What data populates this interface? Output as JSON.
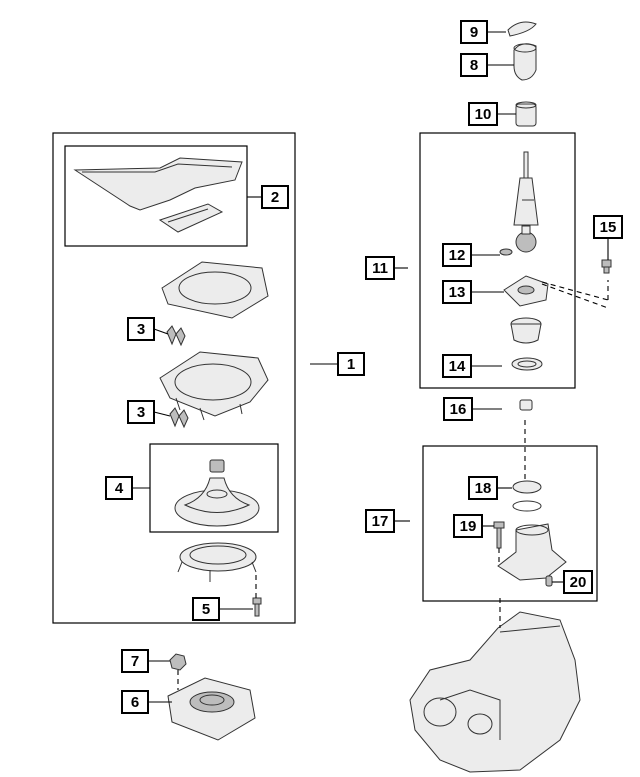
{
  "callouts": {
    "c1": "1",
    "c2": "2",
    "c3a": "3",
    "c3b": "3",
    "c4": "4",
    "c5": "5",
    "c6": "6",
    "c7": "7",
    "c8": "8",
    "c9": "9",
    "c10": "10",
    "c11": "11",
    "c12": "12",
    "c13": "13",
    "c14": "14",
    "c15": "15",
    "c16": "16",
    "c17": "17",
    "c18": "18",
    "c19": "19",
    "c20": "20"
  }
}
